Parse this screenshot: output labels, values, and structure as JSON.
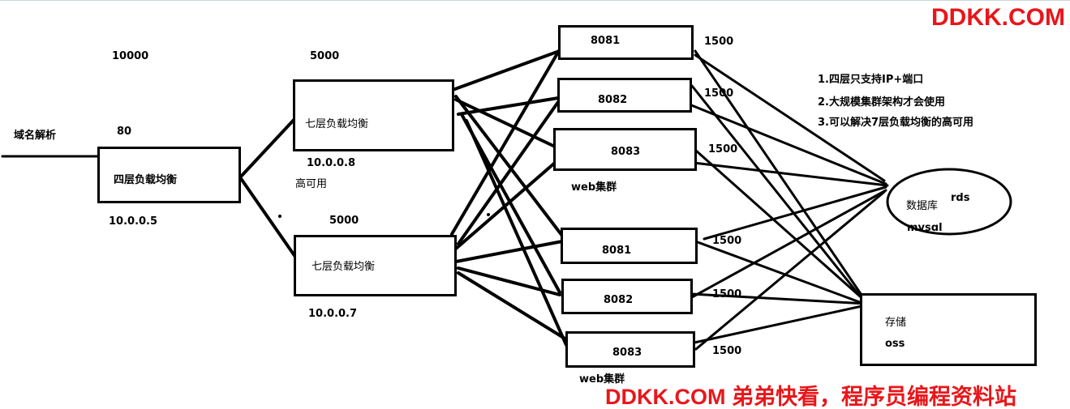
{
  "watermarks": {
    "top": "DDKK.COM",
    "bottom": "DDKK.COM 弟弟快看，程序员编程资料站"
  },
  "dns": {
    "label": "域名解析"
  },
  "l4": {
    "label": "四层负载均衡",
    "capacity": "10000",
    "port": "80",
    "ip": "10.0.0.5"
  },
  "l7_top": {
    "label": "七层负载均衡",
    "capacity": "5000",
    "ip": "10.0.0.8",
    "ha": "高可用"
  },
  "l7_bottom": {
    "label": "七层负载均衡",
    "capacity": "5000",
    "ip": "10.0.0.7"
  },
  "web_cluster_top": {
    "label": "web集群",
    "nodes": [
      {
        "port": "8081",
        "capacity": "1500"
      },
      {
        "port": "8082",
        "capacity": "1500"
      },
      {
        "port": "8083",
        "capacity": "1500"
      }
    ]
  },
  "web_cluster_bottom": {
    "label": "web集群",
    "nodes": [
      {
        "port": "8081",
        "capacity": "1500"
      },
      {
        "port": "8082",
        "capacity": "1500"
      },
      {
        "port": "8083",
        "capacity": "1500"
      }
    ]
  },
  "notes": [
    "1.四层只支持IP+端口",
    "2.大规模集群架构才会使用",
    "3.可以解决7层负载均衡的高可用"
  ],
  "database": {
    "label": "数据库",
    "type": "rds",
    "engine": "mysql"
  },
  "storage": {
    "label": "存储",
    "type": "oss"
  }
}
